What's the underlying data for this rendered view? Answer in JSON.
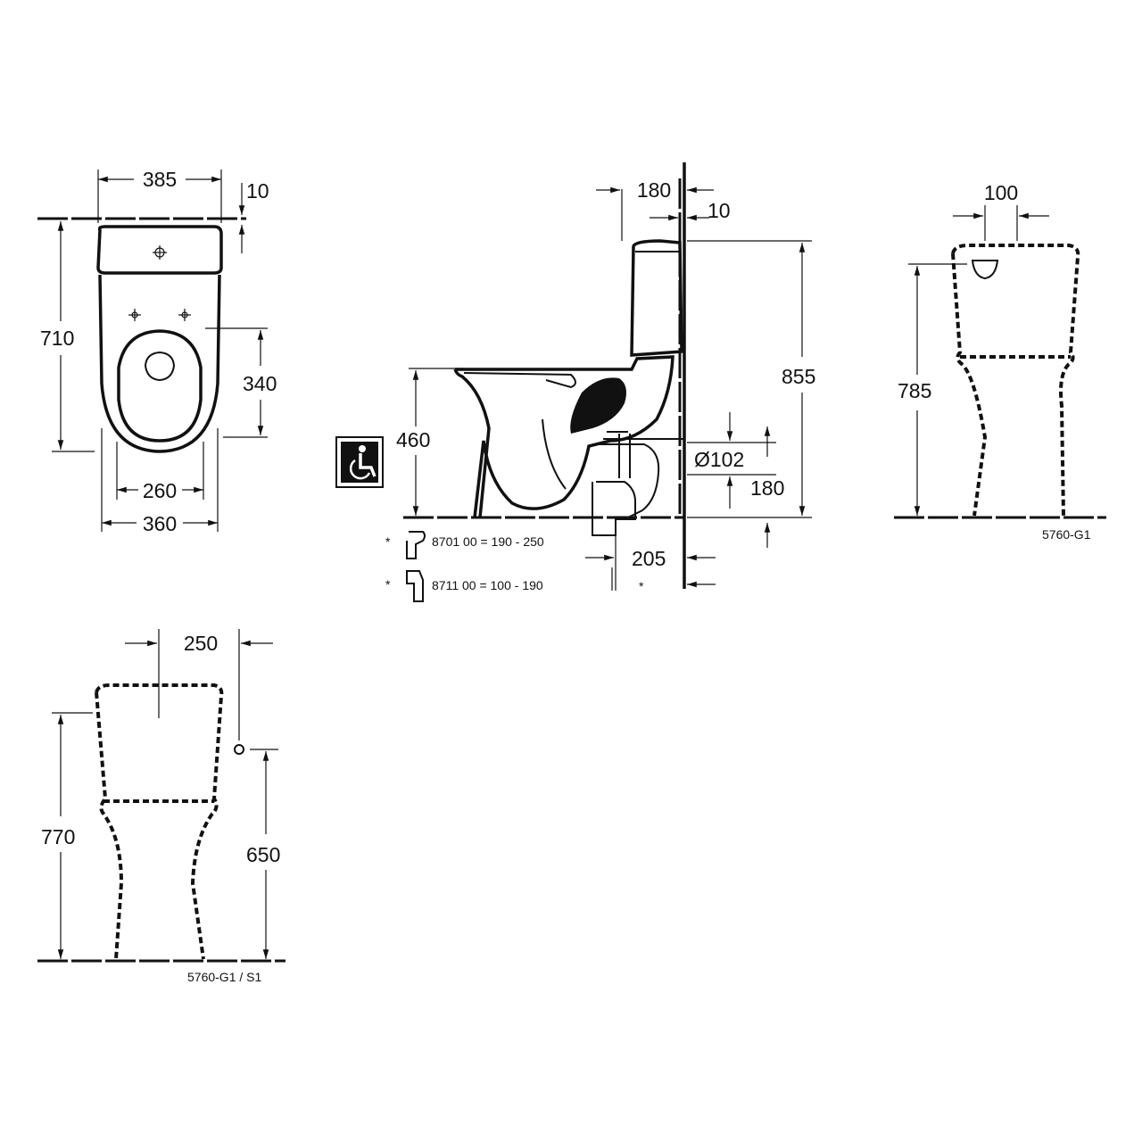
{
  "top_view": {
    "width_top": "385",
    "wall_gap": "10",
    "depth": "710",
    "seat_depth": "340",
    "seat_inner": "260",
    "bowl_width": "360"
  },
  "side_view": {
    "tank_offset": "180",
    "wall_gap": "10",
    "height_total": "855",
    "seat_height": "460",
    "pipe_diameter": "Ø102",
    "outlet_height": "180",
    "outlet_distance": "205",
    "fitting_a": "8701 00 = 190 -  250",
    "fitting_b": "8711 00 =  100 - 190",
    "asterisk": "*",
    "accessibility_icon": "wheelchair-icon"
  },
  "front_view": {
    "inlet_width": "100",
    "height": "785",
    "model": "5760-G1"
  },
  "rear_view": {
    "inlet_width": "250",
    "height": "770",
    "inlet_height": "650",
    "model": "5760-G1 / S1"
  }
}
